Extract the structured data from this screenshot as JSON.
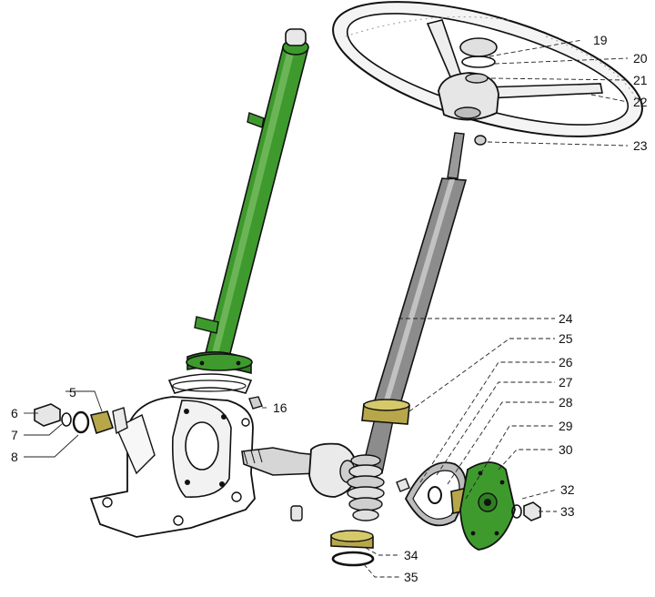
{
  "colors": {
    "green": "#3f9a2e",
    "green_dark": "#1f5a14",
    "khaki": "#b7a74a",
    "grey_shaft": "#8c8c8c",
    "grey_light": "#d6d6d6",
    "ink": "#111111"
  },
  "parts": {
    "p5": "5",
    "p6": "6",
    "p7": "7",
    "p8": "8",
    "p16": "16",
    "p19": "19",
    "p20": "20",
    "p21": "21",
    "p22": "22",
    "p23": "23",
    "p24": "24",
    "p25": "25",
    "p26": "26",
    "p27": "27",
    "p28": "28",
    "p29": "29",
    "p30": "30",
    "p32": "32",
    "p33": "33",
    "p34": "34",
    "p35": "35"
  }
}
